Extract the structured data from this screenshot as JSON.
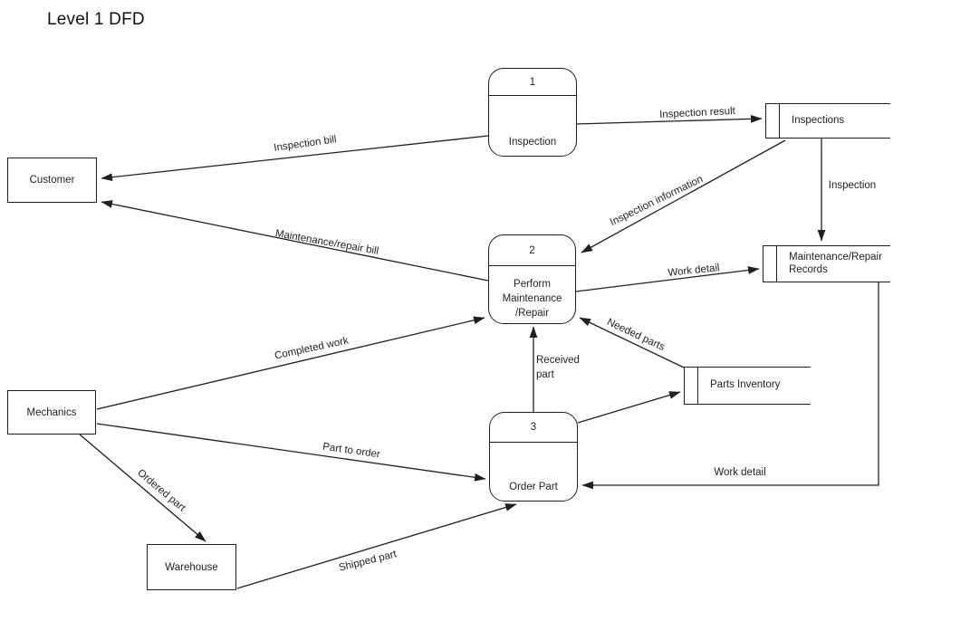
{
  "title": "Level 1 DFD",
  "colors": {
    "line": "#1f1f1f",
    "text": "#1f1f1f",
    "background": "#ffffff"
  },
  "entities": [
    {
      "label": "Customer"
    },
    {
      "label": "Mechanics"
    },
    {
      "label": "Warehouse"
    }
  ],
  "processes": [
    {
      "number": "1",
      "label": "Inspection"
    },
    {
      "number": "2",
      "label": "Perform\nMaintenance\n/Repair"
    },
    {
      "number": "3",
      "label": "Order Part"
    }
  ],
  "data_stores": [
    {
      "label": "Inspections"
    },
    {
      "label": "Maintenance/Repair\nRecords"
    },
    {
      "label": "Parts Inventory"
    }
  ],
  "flows": [
    {
      "label": "Inspection result",
      "from": "Inspection",
      "to": "Inspections"
    },
    {
      "label": "Inspection bill",
      "from": "Inspection",
      "to": "Customer"
    },
    {
      "label": "Inspection information",
      "from": "Inspections",
      "to": "Perform Maintenance/Repair"
    },
    {
      "label": "Inspection",
      "from": "Inspections",
      "to": "Maintenance/Repair Records"
    },
    {
      "label": "Maintenance/repair bill",
      "from": "Perform Maintenance/Repair",
      "to": "Customer"
    },
    {
      "label": "Work detail",
      "from": "Perform Maintenance/Repair",
      "to": "Maintenance/Repair Records"
    },
    {
      "label": "Needed parts",
      "from": "Parts Inventory",
      "to": "Perform Maintenance/Repair"
    },
    {
      "label": "Received\npart",
      "from": "Order Part",
      "to": "Perform Maintenance/Repair"
    },
    {
      "label": "Completed work",
      "from": "Mechanics",
      "to": "Perform Maintenance/Repair"
    },
    {
      "label": "Part to order",
      "from": "Mechanics",
      "to": "Order Part"
    },
    {
      "label": "Work detail",
      "from": "Maintenance/Repair Records",
      "to": "Order Part"
    },
    {
      "label": "Ordered part",
      "from": "Mechanics",
      "to": "Warehouse"
    },
    {
      "label": "Shipped part",
      "from": "Warehouse",
      "to": "Order Part"
    },
    {
      "label": "",
      "from": "Order Part",
      "to": "Parts Inventory"
    }
  ]
}
